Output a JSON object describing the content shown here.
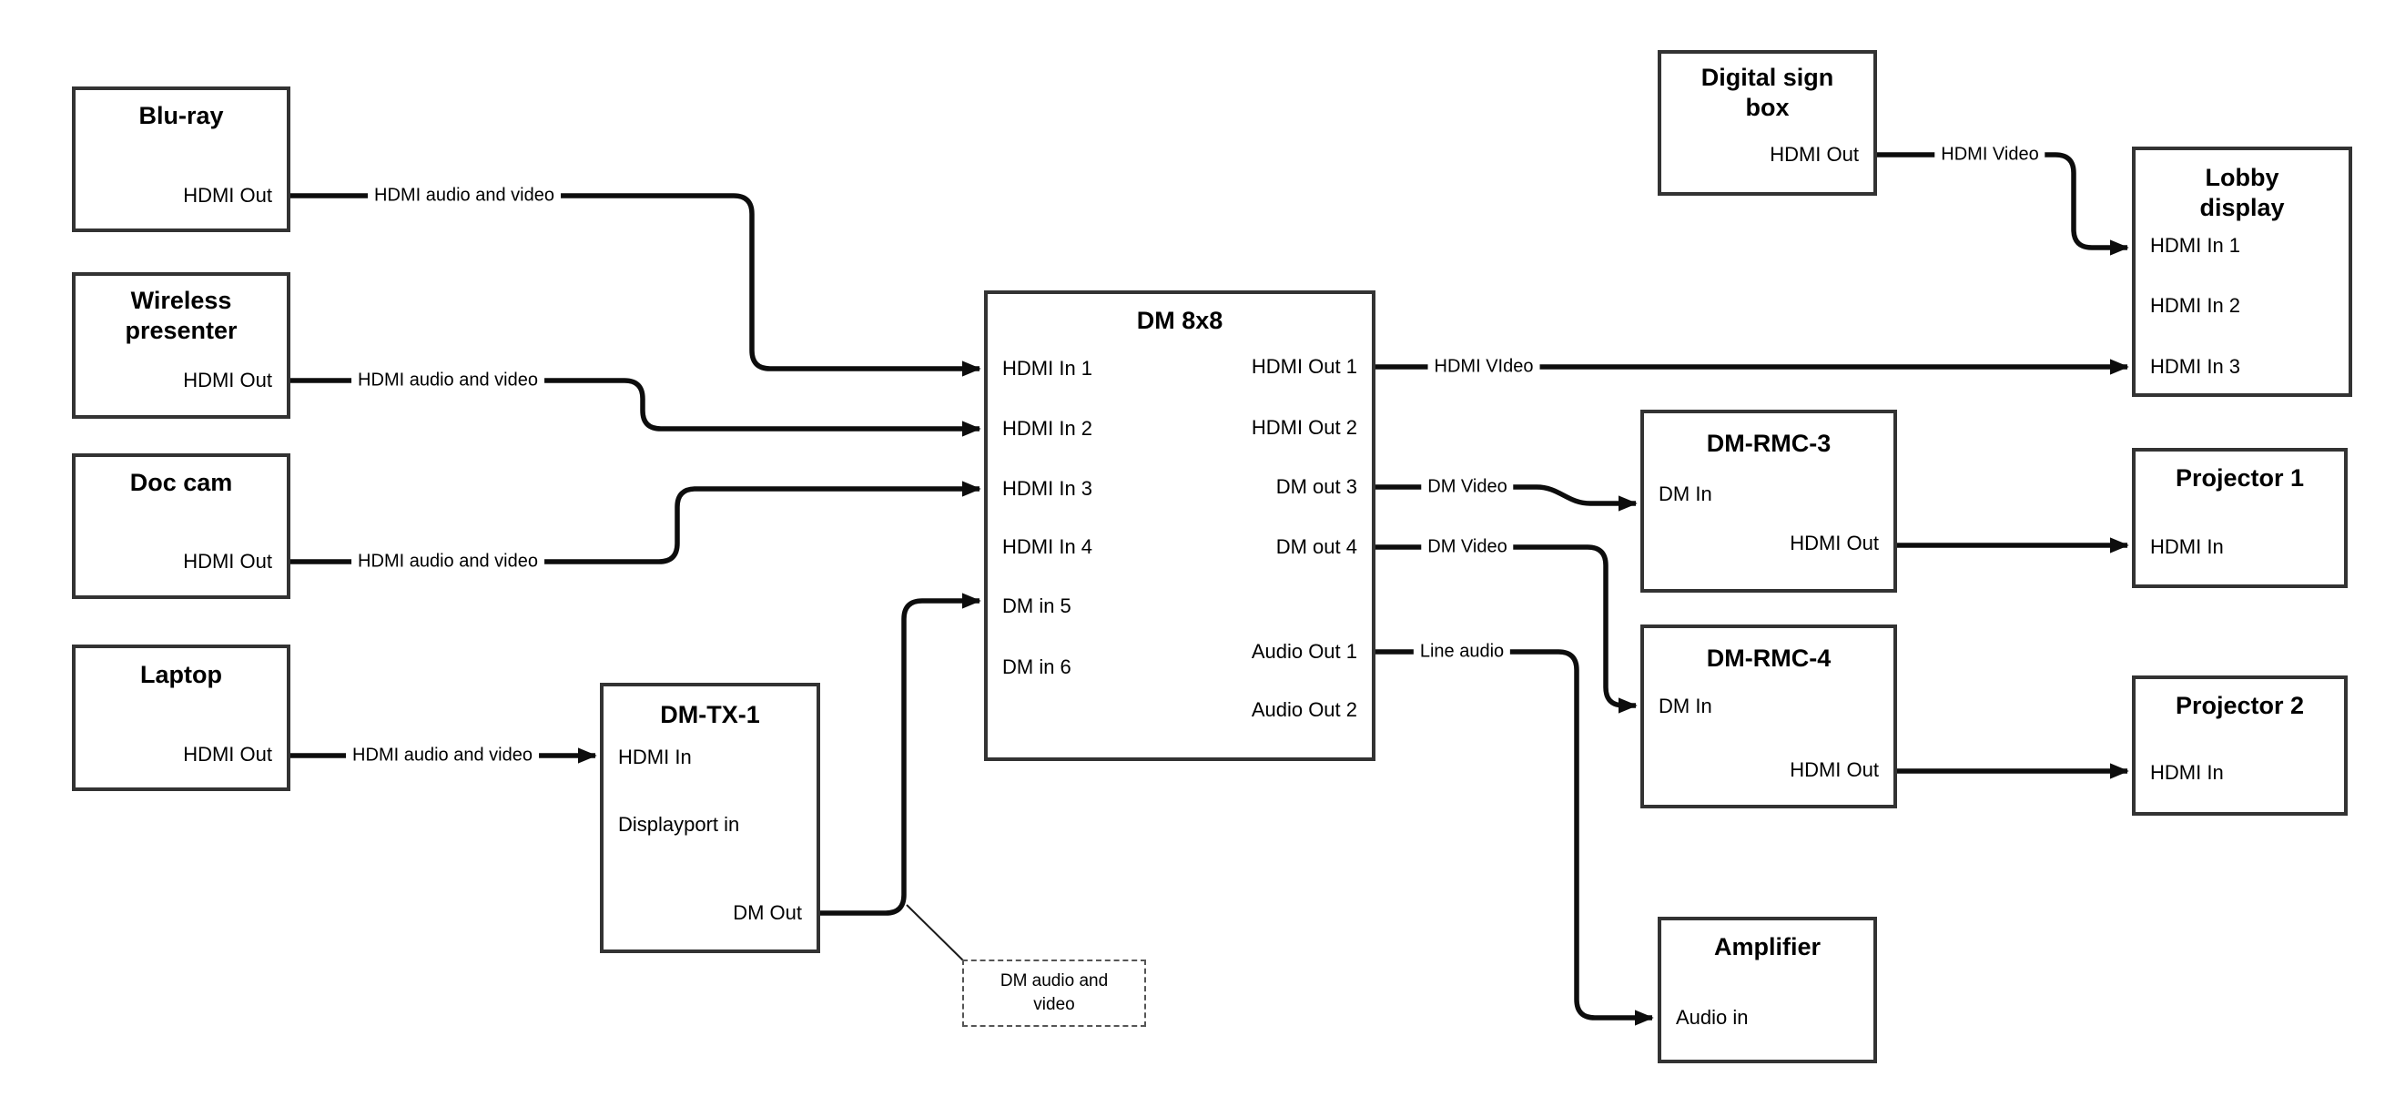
{
  "colors": {
    "ink": "#0d0d0d",
    "box_border": "#333333",
    "background": "#ffffff"
  },
  "diagram": {
    "nodes": [
      {
        "id": "bluray",
        "title": [
          "Blu-ray"
        ],
        "ports": [
          {
            "label": "HDMI Out"
          }
        ]
      },
      {
        "id": "wireless",
        "title": [
          "Wireless",
          "presenter"
        ],
        "ports": [
          {
            "label": "HDMI Out"
          }
        ]
      },
      {
        "id": "doccam",
        "title": [
          "Doc cam"
        ],
        "ports": [
          {
            "label": "HDMI Out"
          }
        ]
      },
      {
        "id": "laptop",
        "title": [
          "Laptop"
        ],
        "ports": [
          {
            "label": "HDMI Out"
          }
        ]
      },
      {
        "id": "dmtx1",
        "title": [
          "DM-TX-1"
        ],
        "ports": [
          {
            "label": "HDMI In"
          },
          {
            "label": "Displayport in"
          },
          {
            "label": "DM Out"
          }
        ]
      },
      {
        "id": "dm8x8",
        "title": [
          "DM 8x8"
        ],
        "ports": [
          {
            "label": "HDMI In 1"
          },
          {
            "label": "HDMI In 2"
          },
          {
            "label": "HDMI In 3"
          },
          {
            "label": "HDMI In 4"
          },
          {
            "label": "DM in 5"
          },
          {
            "label": "DM in 6"
          },
          {
            "label": "HDMI Out 1"
          },
          {
            "label": "HDMI Out 2"
          },
          {
            "label": "DM out 3"
          },
          {
            "label": "DM out 4"
          },
          {
            "label": "Audio Out 1"
          },
          {
            "label": "Audio Out 2"
          }
        ]
      },
      {
        "id": "digisign",
        "title": [
          "Digital sign",
          "box"
        ],
        "ports": [
          {
            "label": "HDMI Out"
          }
        ]
      },
      {
        "id": "lobby",
        "title": [
          "Lobby",
          "display"
        ],
        "ports": [
          {
            "label": "HDMI In 1"
          },
          {
            "label": "HDMI In 2"
          },
          {
            "label": "HDMI In 3"
          }
        ]
      },
      {
        "id": "rmc3",
        "title": [
          "DM-RMC-3"
        ],
        "ports": [
          {
            "label": "DM In"
          },
          {
            "label": "HDMI Out"
          }
        ]
      },
      {
        "id": "rmc4",
        "title": [
          "DM-RMC-4"
        ],
        "ports": [
          {
            "label": "DM In"
          },
          {
            "label": "HDMI Out"
          }
        ]
      },
      {
        "id": "proj1",
        "title": [
          "Projector 1"
        ],
        "ports": [
          {
            "label": "HDMI In"
          }
        ]
      },
      {
        "id": "proj2",
        "title": [
          "Projector 2"
        ],
        "ports": [
          {
            "label": "HDMI In"
          }
        ]
      },
      {
        "id": "amp",
        "title": [
          "Amplifier"
        ],
        "ports": [
          {
            "label": "Audio in"
          }
        ]
      }
    ],
    "edge_labels": [
      {
        "text": "HDMI audio and video"
      },
      {
        "text": "HDMI audio and video"
      },
      {
        "text": "HDMI audio and video"
      },
      {
        "text": "HDMI audio and video"
      },
      {
        "text": "HDMI VIdeo"
      },
      {
        "text": "DM Video"
      },
      {
        "text": "DM Video"
      },
      {
        "text": "Line audio"
      },
      {
        "text": "HDMI Video"
      }
    ],
    "edges": [
      {
        "from": "bluray.HDMI Out",
        "to": "dm8x8.HDMI In 1",
        "label": "HDMI audio and video"
      },
      {
        "from": "wireless.HDMI Out",
        "to": "dm8x8.HDMI In 2",
        "label": "HDMI audio and video"
      },
      {
        "from": "doccam.HDMI Out",
        "to": "dm8x8.HDMI In 3",
        "label": "HDMI audio and video"
      },
      {
        "from": "laptop.HDMI Out",
        "to": "dmtx1.HDMI In",
        "label": "HDMI audio and video"
      },
      {
        "from": "dmtx1.DM Out",
        "to": "dm8x8.DM in 5",
        "label": "DM audio and video"
      },
      {
        "from": "dm8x8.HDMI Out 1",
        "to": "lobby.HDMI In 3",
        "label": "HDMI VIdeo"
      },
      {
        "from": "dm8x8.DM out 3",
        "to": "rmc3.DM In",
        "label": "DM Video"
      },
      {
        "from": "dm8x8.DM out 4",
        "to": "rmc4.DM In",
        "label": "DM Video"
      },
      {
        "from": "dm8x8.Audio Out 1",
        "to": "amp.Audio in",
        "label": "Line audio"
      },
      {
        "from": "digisign.HDMI Out",
        "to": "lobby.HDMI In 1",
        "label": "HDMI Video"
      },
      {
        "from": "rmc3.HDMI Out",
        "to": "proj1.HDMI In",
        "label": ""
      },
      {
        "from": "rmc4.HDMI Out",
        "to": "proj2.HDMI In",
        "label": ""
      }
    ],
    "note": {
      "lines": [
        "DM audio and",
        "video"
      ]
    }
  }
}
